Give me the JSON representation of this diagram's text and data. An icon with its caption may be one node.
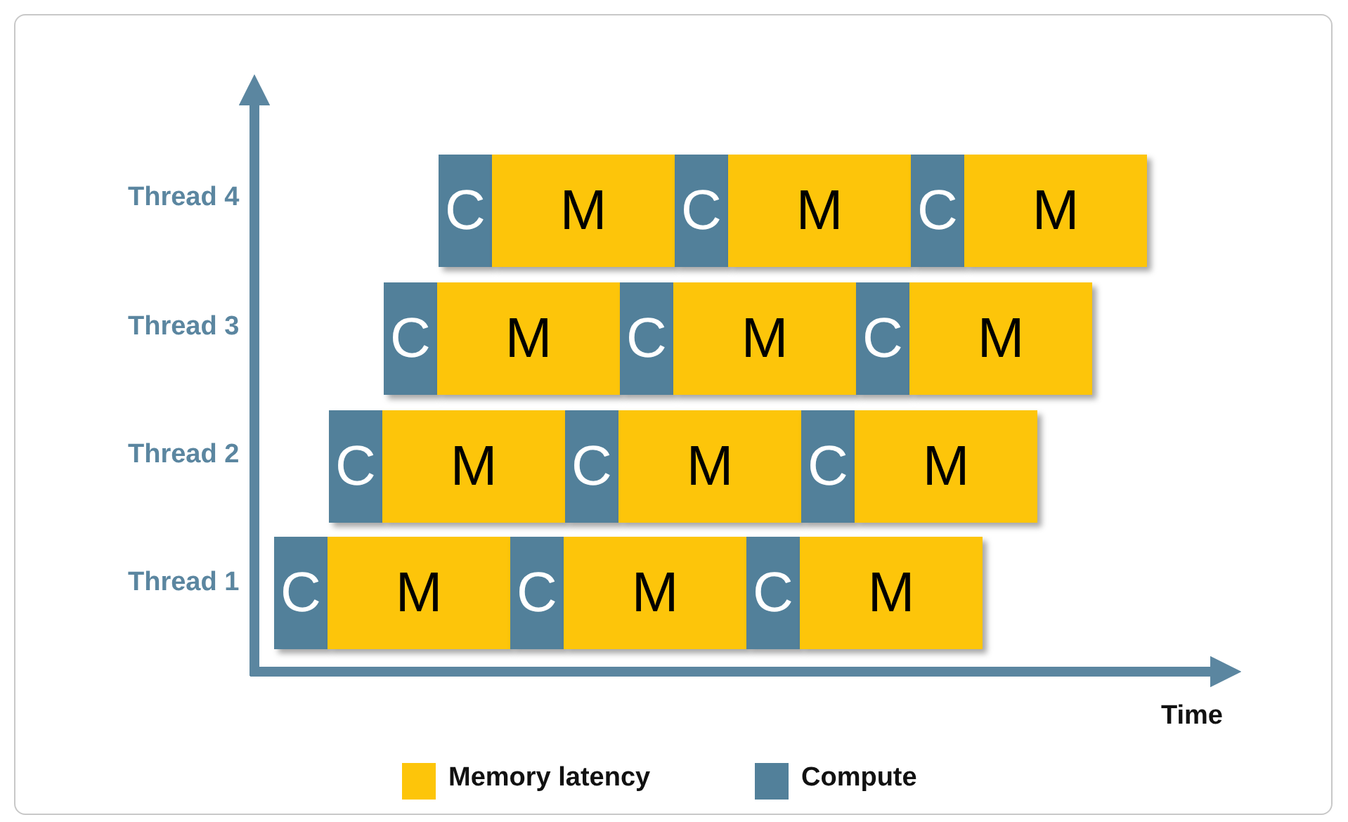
{
  "diagram": {
    "nodes": [
      {
        "text": [
          "C"
        ]
      },
      {
        "text": [
          "M"
        ]
      },
      {
        "text": [
          "C"
        ]
      },
      {
        "text": [
          "M"
        ]
      },
      {
        "text": [
          "C"
        ]
      },
      {
        "text": [
          "M"
        ]
      },
      {
        "text": [
          "C"
        ]
      },
      {
        "text": [
          "M"
        ]
      },
      {
        "text": [
          "C"
        ]
      },
      {
        "text": [
          "M"
        ]
      },
      {
        "text": [
          "C"
        ]
      },
      {
        "text": [
          "M"
        ]
      },
      {
        "text": [
          "C"
        ]
      },
      {
        "text": [
          "M"
        ]
      },
      {
        "text": [
          "C"
        ]
      },
      {
        "text": [
          "M"
        ]
      },
      {
        "text": [
          "C"
        ]
      },
      {
        "text": [
          "M"
        ]
      },
      {
        "text": [
          "C"
        ]
      },
      {
        "text": [
          "M"
        ]
      },
      {
        "text": [
          "C"
        ]
      },
      {
        "text": [
          "M"
        ]
      },
      {
        "text": [
          "C"
        ]
      },
      {
        "text": [
          "M"
        ]
      }
    ],
    "labels": [
      "Thread 4",
      "Thread 3",
      "Thread 2",
      "Thread 1",
      "Time"
    ],
    "legend": [
      {
        "text": "Memory latency",
        "color": "#fdc50a"
      },
      {
        "text": "Compute",
        "color": "#52809a"
      }
    ]
  }
}
